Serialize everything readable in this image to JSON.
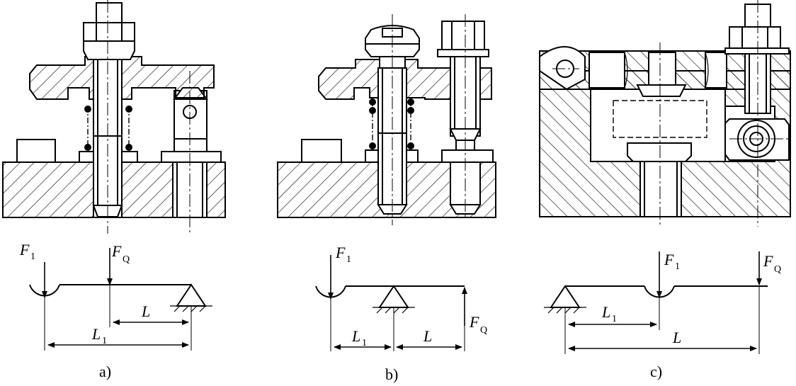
{
  "figures": [
    {
      "caption": "a)",
      "labels": {
        "f1": "F",
        "f1_sub": "1",
        "fq": "F",
        "fq_sub": "Q",
        "l": "L",
        "l1": "L",
        "l1_sub": "1"
      }
    },
    {
      "caption": "b)",
      "labels": {
        "f1": "F",
        "f1_sub": "1",
        "fq": "F",
        "fq_sub": "Q",
        "l": "L",
        "l1": "L",
        "l1_sub": "1"
      }
    },
    {
      "caption": "c)",
      "labels": {
        "f1": "F",
        "f1_sub": "1",
        "fq": "F",
        "fq_sub": "Q",
        "l": "L",
        "l1": "L",
        "l1_sub": "1"
      }
    }
  ]
}
